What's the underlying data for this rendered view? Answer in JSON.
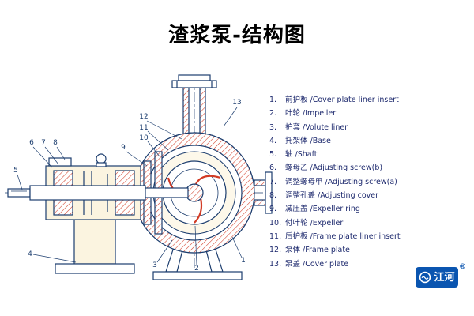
{
  "title": "渣浆泵-结构图",
  "parts": [
    {
      "num": "1.",
      "label": "前护板 /Cover plate liner insert"
    },
    {
      "num": "2.",
      "label": "叶轮 /Impeller"
    },
    {
      "num": "3.",
      "label": "护套 /Volute liner"
    },
    {
      "num": "4.",
      "label": "托架体 /Base"
    },
    {
      "num": "5.",
      "label": "轴 /Shaft"
    },
    {
      "num": "6.",
      "label": "螺母乙 /Adjusting screw(b)"
    },
    {
      "num": "7.",
      "label": "调整螺母甲 /Adjusting screw(a)"
    },
    {
      "num": "8.",
      "label": "调整孔盖 /Adjusting cover"
    },
    {
      "num": "9.",
      "label": "减压盖 /Expeller ring"
    },
    {
      "num": "10.",
      "label": "付叶轮 /Expeller"
    },
    {
      "num": "11.",
      "label": "后护板 /Frame plate liner insert"
    },
    {
      "num": "12.",
      "label": "泵体 /Frame plate"
    },
    {
      "num": "13.",
      "label": "泵盖 /Cover plate"
    }
  ],
  "callouts": [
    "1",
    "2",
    "3",
    "4",
    "5",
    "6",
    "7",
    "8",
    "9",
    "10",
    "11",
    "12",
    "13"
  ],
  "logo": {
    "text": "江河",
    "reg": "®"
  },
  "colors": {
    "line": "#1c3d6e",
    "hatch": "#d23b25",
    "brand_blue": "#0a55b0",
    "list_text": "#1e2a6e"
  }
}
